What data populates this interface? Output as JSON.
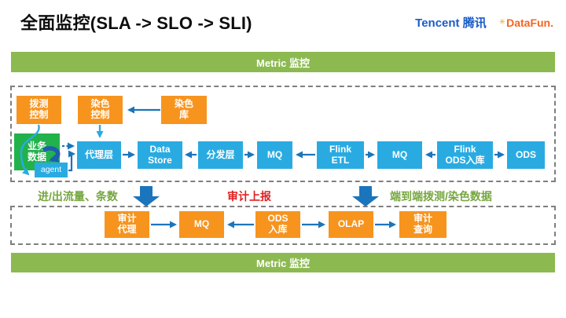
{
  "slide": {
    "title": "全面监控(SLA -> SLO -> SLI)"
  },
  "logos": {
    "tencent": "Tencent 腾讯",
    "datafun": "DataFun.",
    "datafun_icon": "✳"
  },
  "metric_bar_top": "Metric 监控",
  "metric_bar_bottom": "Metric 监控",
  "flow_top": {
    "control_nodes": [
      "拨测\n控制",
      "染色\n控制",
      "染色\n库"
    ],
    "business_node": "业务\n数据",
    "agent_label": "agent",
    "pipeline": [
      "代理层",
      "Data\nStore",
      "分发层",
      "MQ",
      "Flink\nETL",
      "MQ",
      "Flink\nODS入库",
      "ODS"
    ]
  },
  "annotations": {
    "left": "进/出流量、条数",
    "center": "审计上报",
    "right": "端到端拨测/染色数据"
  },
  "flow_bottom": {
    "nodes": [
      "审计\n代理",
      "MQ",
      "ODS\n入库",
      "OLAP",
      "审计\n查询"
    ]
  },
  "colors": {
    "orange": "#F7941E",
    "blue": "#29ABE2",
    "green-box": "#22B24C",
    "bar-green": "#8CBA50",
    "ann-green": "#76A63F",
    "ann-red": "#E02020",
    "arrow-blue": "#1B75BC",
    "tencent-blue": "#1A5CC8",
    "datafun-orange": "#F26522"
  }
}
